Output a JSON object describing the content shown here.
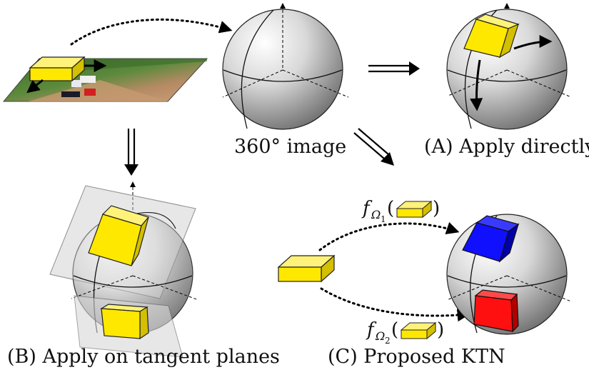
{
  "captions": {
    "image360": "360° image",
    "apply_directly": "(A) Apply directly",
    "tangent_planes": "(B) Apply on tangent planes",
    "proposed_ktn": "(C) Proposed KTN"
  },
  "formulas": {
    "f1": {
      "symbol": "f",
      "subscript": "Ω",
      "subsubscript": "1",
      "open": "(",
      "close": ")"
    },
    "f2": {
      "symbol": "f",
      "subscript": "Ω",
      "subsubscript": "2",
      "open": "(",
      "close": ")"
    }
  },
  "colors": {
    "kernel_yellow": "#FFE800",
    "kernel_blue": "#1010FF",
    "kernel_red": "#FF1010",
    "sphere_light": "#ffffff",
    "sphere_dark": "#6a6a6a"
  }
}
